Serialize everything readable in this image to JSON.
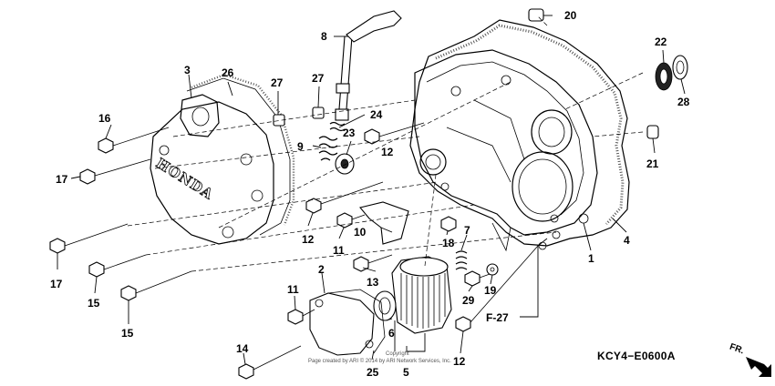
{
  "callouts": [
    {
      "id": "c1",
      "text": "1"
    },
    {
      "id": "c2",
      "text": "2"
    },
    {
      "id": "c3",
      "text": "3"
    },
    {
      "id": "c4",
      "text": "4"
    },
    {
      "id": "c5",
      "text": "5"
    },
    {
      "id": "c6",
      "text": "6"
    },
    {
      "id": "c7",
      "text": "7"
    },
    {
      "id": "c8",
      "text": "8"
    },
    {
      "id": "c9",
      "text": "9"
    },
    {
      "id": "c10",
      "text": "10"
    },
    {
      "id": "c11a",
      "text": "11"
    },
    {
      "id": "c11b",
      "text": "11"
    },
    {
      "id": "c12a",
      "text": "12"
    },
    {
      "id": "c12b",
      "text": "12"
    },
    {
      "id": "c12c",
      "text": "12"
    },
    {
      "id": "c13",
      "text": "13"
    },
    {
      "id": "c14",
      "text": "14"
    },
    {
      "id": "c15a",
      "text": "15"
    },
    {
      "id": "c15b",
      "text": "15"
    },
    {
      "id": "c16",
      "text": "16"
    },
    {
      "id": "c17a",
      "text": "17"
    },
    {
      "id": "c17b",
      "text": "17"
    },
    {
      "id": "c18",
      "text": "18"
    },
    {
      "id": "c19",
      "text": "19"
    },
    {
      "id": "c20",
      "text": "20"
    },
    {
      "id": "c21",
      "text": "21"
    },
    {
      "id": "c22",
      "text": "22"
    },
    {
      "id": "c23",
      "text": "23"
    },
    {
      "id": "c24",
      "text": "24"
    },
    {
      "id": "c25",
      "text": "25"
    },
    {
      "id": "c26",
      "text": "26"
    },
    {
      "id": "c27a",
      "text": "27"
    },
    {
      "id": "c27b",
      "text": "27"
    },
    {
      "id": "c28",
      "text": "28"
    },
    {
      "id": "c29",
      "text": "29"
    }
  ],
  "reference": "F-27",
  "diagram_code": "KCY4−E0600A",
  "direction_label": "FR.",
  "cover_brand": "HONDA",
  "watermark": {
    "line1": "Copyright",
    "line2": "Page created by ARI © 2014 by ARI Network Services, Inc."
  }
}
